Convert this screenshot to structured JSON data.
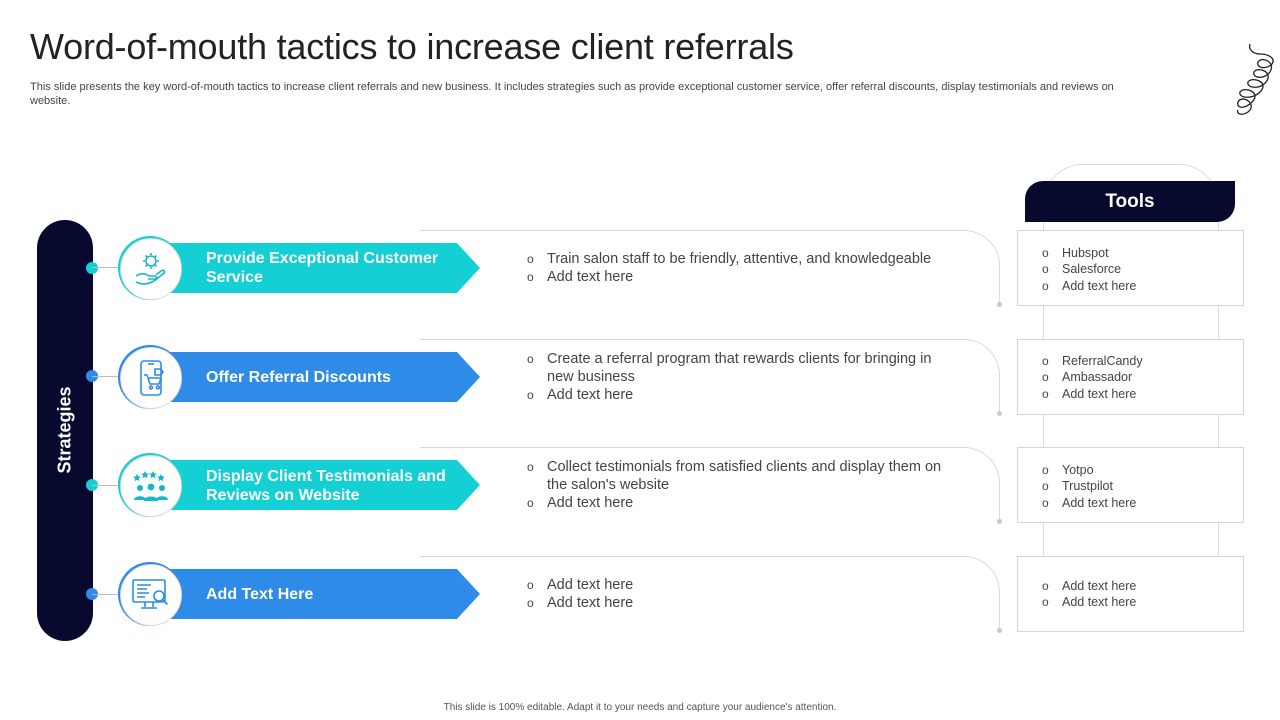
{
  "title": "Word-of-mouth tactics to increase client referrals",
  "subtitle": "This slide presents the key word-of-mouth tactics to increase client referrals and new business. It includes strategies such as provide exceptional customer service, offer referral discounts, display testimonials and reviews on website.",
  "strategies_label": "Strategies",
  "tools_header": "Tools",
  "colors": {
    "navy": "#070a2e",
    "teal": "#14cfd4",
    "blue": "#2e8be8"
  },
  "strategies": [
    {
      "label": "Provide Exceptional Customer Service",
      "icon": "customer-service-icon",
      "color": "teal",
      "descriptions": [
        "Train salon staff to be friendly, attentive, and knowledgeable",
        "Add text here"
      ],
      "tools": [
        "Hubspot",
        "Salesforce",
        "Add text here"
      ]
    },
    {
      "label": "Offer Referral Discounts",
      "icon": "shopping-cart-discount-icon",
      "color": "blue",
      "descriptions": [
        "Create a referral program that rewards clients for bringing in new business",
        "Add text here"
      ],
      "tools": [
        "ReferralCandy",
        "Ambassador",
        "Add text here"
      ]
    },
    {
      "label": "Display Client Testimonials and Reviews on Website",
      "icon": "rating-stars-group-icon",
      "color": "teal",
      "descriptions": [
        "Collect testimonials from satisfied clients and display them on the salon's website",
        "Add text here"
      ],
      "tools": [
        "Yotpo",
        "Trustpilot",
        "Add text here"
      ]
    },
    {
      "label": "Add Text Here",
      "icon": "analytics-screen-icon",
      "color": "blue",
      "descriptions": [
        "Add text here",
        "Add text here"
      ],
      "tools": [
        "Add text here",
        "Add text here"
      ]
    }
  ],
  "footer": "This slide is 100% editable. Adapt it to your needs and capture your audience's attention."
}
